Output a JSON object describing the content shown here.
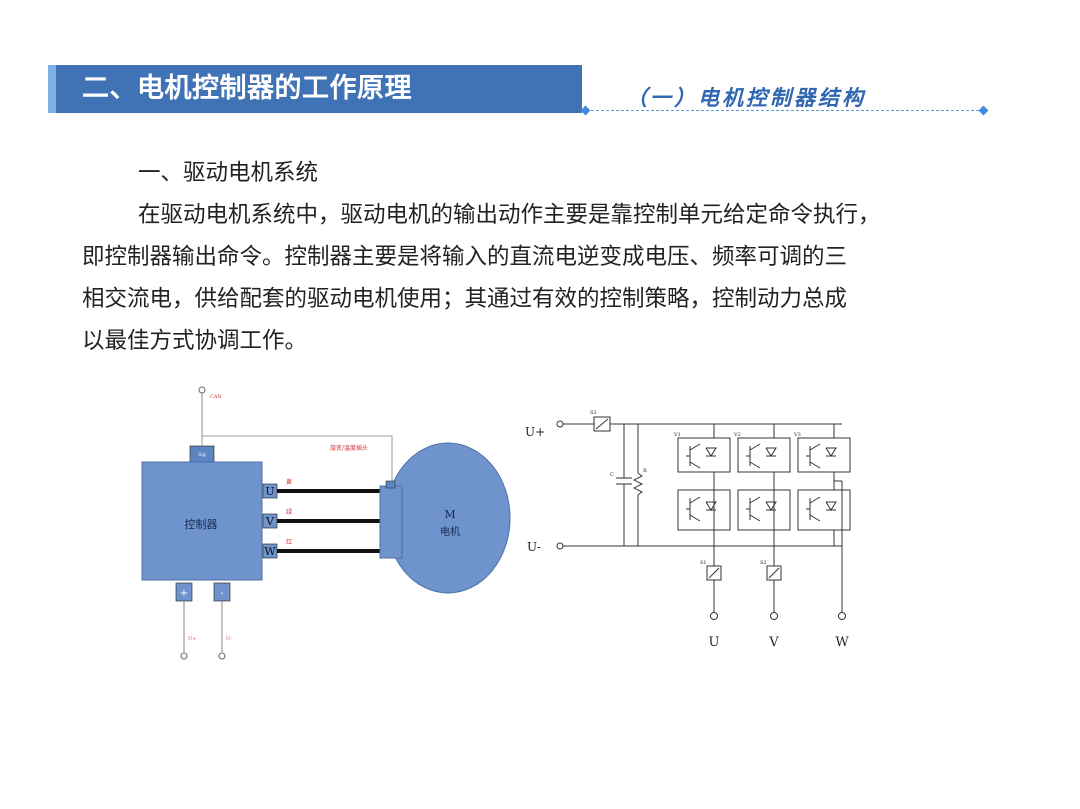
{
  "header": {
    "title": "二、电机控制器的工作原理",
    "subtitle": "（一）电机控制器结构"
  },
  "body": {
    "heading": "一、驱动电机系统",
    "paragraph": [
      "在驱动电机系统中，驱动电机的输出动作主要是靠控制单元给定命令执行，",
      "即控制器输出命令。控制器主要是将输入的直流电逆变成电压、频率可调的三",
      "相交流电，供给配套的驱动电机使用；其通过有效的控制策略，控制动力总成",
      "以最佳方式协调工作。"
    ]
  },
  "left_diagram": {
    "controller_label": "控制器",
    "motor_label_m": "M",
    "motor_label_cn": "电机",
    "phase_u": "U",
    "phase_v": "V",
    "phase_w": "W",
    "wire_u_color": "黄",
    "wire_v_color": "绿",
    "wire_w_color": "红",
    "sensor_label": "旋变/温度插头",
    "top_connector": "Sig",
    "can_label": "CAN",
    "plus": "+",
    "minus": "-",
    "bottom_left": "U+",
    "bottom_right": "U-"
  },
  "right_diagram": {
    "u_plus": "U+",
    "u_minus": "U-",
    "s3": "S3",
    "c": "C",
    "r": "R",
    "v1": "V1",
    "v2": "V2",
    "v3": "V3",
    "s1": "S1",
    "s2": "S2",
    "out_u": "U",
    "out_v": "V",
    "out_w": "W"
  },
  "colors": {
    "header_bg": "#3f73b6",
    "header_accent": "#7fb2e3",
    "subtitle": "#2f67b0",
    "controller_fill": "#6f93cc",
    "motor_fill": "#6f93cc"
  }
}
